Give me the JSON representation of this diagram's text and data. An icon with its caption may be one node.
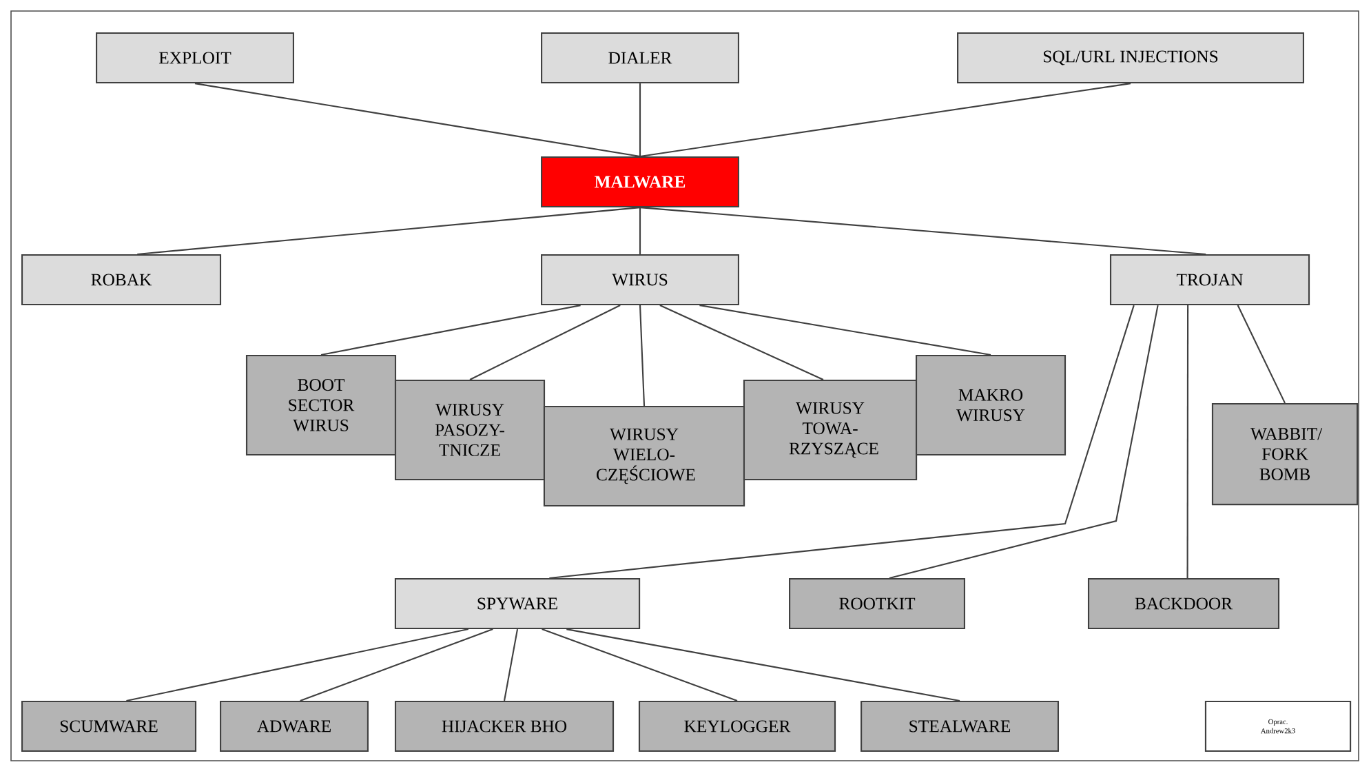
{
  "diagram": {
    "nodes": [
      {
        "text": [
          "EXPLOIT"
        ]
      },
      {
        "text": [
          "DIALER"
        ]
      },
      {
        "text": [
          "SQL/URL INJECTIONS"
        ]
      },
      {
        "text": [
          "MALWARE"
        ]
      },
      {
        "text": [
          "ROBAK"
        ]
      },
      {
        "text": [
          "WIRUS"
        ]
      },
      {
        "text": [
          "TROJAN"
        ]
      },
      {
        "text": [
          "BOOT SECTOR WIRUS"
        ]
      },
      {
        "text": [
          "WIRUSY PASOZY- TNICZE"
        ]
      },
      {
        "text": [
          "WIRUSY WIELO- CZĘŚCIOWE"
        ]
      },
      {
        "text": [
          "WIRUSY TOWA- RZYSZĄCE"
        ]
      },
      {
        "text": [
          "MAKRO WIRUSY"
        ]
      },
      {
        "text": [
          "WABBIT/ FORK BOMB"
        ]
      },
      {
        "text": [
          "SPYWARE"
        ]
      },
      {
        "text": [
          "ROOTKIT"
        ]
      },
      {
        "text": [
          "BACKDOOR"
        ]
      },
      {
        "text": [
          "SCUMWARE"
        ]
      },
      {
        "text": [
          "ADWARE"
        ]
      },
      {
        "text": [
          "HIJACKER BHO"
        ]
      },
      {
        "text": [
          "KEYLOGGER"
        ]
      },
      {
        "text": [
          "STEALWARE"
        ]
      },
      {
        "text": [
          "Oprac. Andrew2k3"
        ]
      }
    ],
    "edges": [
      {
        "from": 0,
        "to": 3,
        "arrow": "none"
      },
      {
        "from": 1,
        "to": 3,
        "arrow": "none"
      },
      {
        "from": 2,
        "to": 3,
        "arrow": "none"
      },
      {
        "from": 3,
        "to": 4,
        "arrow": "none"
      },
      {
        "from": 3,
        "to": 5,
        "arrow": "none"
      },
      {
        "from": 3,
        "to": 6,
        "arrow": "none"
      },
      {
        "from": 5,
        "to": 7,
        "arrow": "none"
      },
      {
        "from": 5,
        "to": 8,
        "arrow": "none"
      },
      {
        "from": 5,
        "to": 9,
        "arrow": "none"
      },
      {
        "from": 5,
        "to": 10,
        "arrow": "none"
      },
      {
        "from": 5,
        "to": 11,
        "arrow": "none"
      },
      {
        "from": 6,
        "to": 13,
        "arrow": "none"
      },
      {
        "from": 6,
        "to": 14,
        "arrow": "none"
      },
      {
        "from": 6,
        "to": 15,
        "arrow": "none"
      },
      {
        "from": 6,
        "to": 12,
        "arrow": "none"
      },
      {
        "from": 13,
        "to": 16,
        "arrow": "none"
      },
      {
        "from": 13,
        "to": 17,
        "arrow": "none"
      },
      {
        "from": 13,
        "to": 18,
        "arrow": "none"
      },
      {
        "from": 13,
        "to": 19,
        "arrow": "none"
      },
      {
        "from": 13,
        "to": 20,
        "arrow": "none"
      }
    ]
  }
}
